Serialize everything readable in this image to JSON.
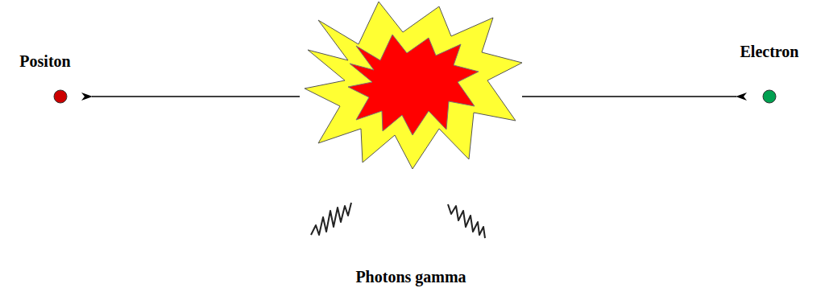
{
  "diagram": {
    "labels": [
      "Positon",
      "Electron",
      "Photons gamma"
    ]
  }
}
